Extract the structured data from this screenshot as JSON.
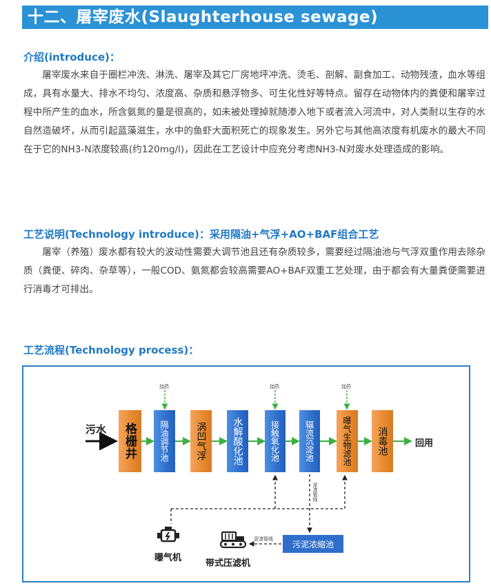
{
  "title": "十二、屠宰废水(Slaughterhouse sewage)",
  "intro": {
    "heading": "介绍(introduce)：",
    "body": "屠宰废水来自于圈栏冲洗、淋洗、屠宰及其它厂房地坪冲洗、烫毛、剖解、副食加工、动物残渣，血水等组成，具有水量大、排水不均匀、浓度高、杂质和悬浮物多、可生化性好等特点。留存在动物体内的粪便和屠宰过程中所产生的血水，所含氨氮的量是很高的，如未被处理掉就随渗入地下或者流入河流中，对人类耐以生存的水自然造破坏，从而引起蓝藻滋生，水中的鱼虾大面积死亡的现象发生。另外它与其他高浓度有机废水的最大不同在于它的NH3-N浓度较高(约120mg/l)，因此在工艺设计中应充分考虑NH3-N对废水处理造成的影响。"
  },
  "tech": {
    "heading": "工艺说明(Technology introduce)：采用隔油+气浮+AO+BAF组合工艺",
    "body": "屠宰（养殖）废水都有较大的波动性需要大调节池且还有杂质较多，需要经过隔油池与气浮双重作用去除杂质（粪便、碎肉、杂草等），一般COD、氨氮都会较高需要AO+BAF双重工艺处理，由于都会有大量粪便需要进行消毒才可排出。"
  },
  "process": {
    "heading": "工艺流程(Technology process)：",
    "inflow": "污水",
    "outflow": "回用",
    "dosing": "加药",
    "sludge_pipe": "泥渣管线",
    "nodes": [
      "格栅井",
      "隔油调节池",
      "涡凹气浮",
      "水解酸化池",
      "接触氧化池",
      "辐流沉淀池",
      "曝气生物滤池",
      "消毒池"
    ],
    "sludge_tank": "污泥浓缩池",
    "blower": "曝气机",
    "filter_press": "带式压滤机"
  },
  "colors": {
    "title_bg": "#2b92d6",
    "heading": "#1f79c4",
    "orange": "#e6892f",
    "blue": "#2f6fcc",
    "arrow_green": "#3cb043"
  }
}
